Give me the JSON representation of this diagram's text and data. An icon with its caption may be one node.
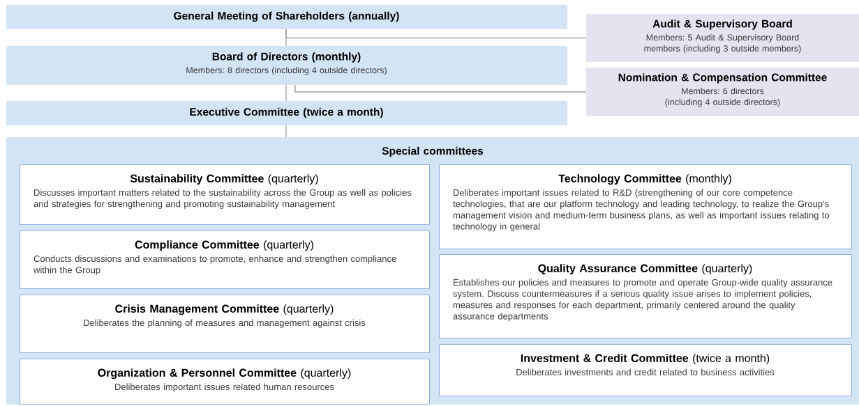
{
  "diagram": {
    "nodes": [
      {
        "text": [
          "**General Meeting of Shareholders** (annually)"
        ]
      },
      {
        "text": [
          "Audit & Supervisory Board",
          "Members: 5 Audit & Supervisory Board members (including 3 outside members)"
        ]
      },
      {
        "text": [
          "**Board of Directors** (monthly)",
          "Members: 8 directors (including 4 outside directors)"
        ]
      },
      {
        "text": [
          "Nomination & Compensation Committee",
          "Members: 6 directors (including 4 outside directors)"
        ]
      },
      {
        "text": [
          "**Executive Committee** (twice a month)"
        ]
      },
      {
        "text": [
          "Special committees"
        ]
      },
      {
        "text": [
          "**Sustainability Committee** (quarterly)",
          "Discusses important matters related to the sustainability across the Group as well as policies and strategies for strengthening and promoting sustainability management"
        ],
        "in": 5
      },
      {
        "text": [
          "**Compliance Committee** (quarterly)",
          "Conducts discussions and examinations to promote, enhance and strengthen compliance within the Group"
        ],
        "in": 5
      },
      {
        "text": [
          "**Crisis Management Committee** (quarterly)",
          "Deliberates the planning of measures and management against crisis"
        ],
        "in": 5
      },
      {
        "text": [
          "**Organization & Personnel Committee** (quarterly)",
          "Deliberates important issues related human resources"
        ],
        "in": 5
      },
      {
        "text": [
          "**Technology Committee** (monthly)",
          "Deliberates important issues related to R&D (strengthening of our core competence technologies, that are our platform technology and leading technology, to realize the Group’s management vision and medium-term business plans, as well as important issues relating to technology in general"
        ],
        "in": 5
      },
      {
        "text": [
          "**Quality Assurance Committee** (quarterly)",
          "Establishes our policies and measures to promote and operate Group-wide quality assurance system. Discuss countermeasures if a serious quality issue arises to implement policies, measures and responses for each department, primarily centered around the quality assurance departments"
        ],
        "in": 5
      },
      {
        "text": [
          "**Investment & Credit Committee** (twice a month)",
          "Deliberates investments and credit related to business activities"
        ],
        "in": 5
      }
    ],
    "edges": [
      {
        "from": 0,
        "to": 2,
        "arrow": "none"
      },
      {
        "from": 0,
        "to": 1,
        "arrow": "none"
      },
      {
        "from": 2,
        "to": 4,
        "arrow": "none"
      },
      {
        "from": 2,
        "to": 3,
        "arrow": "none"
      },
      {
        "from": 4,
        "to": 5,
        "arrow": "none"
      }
    ]
  }
}
